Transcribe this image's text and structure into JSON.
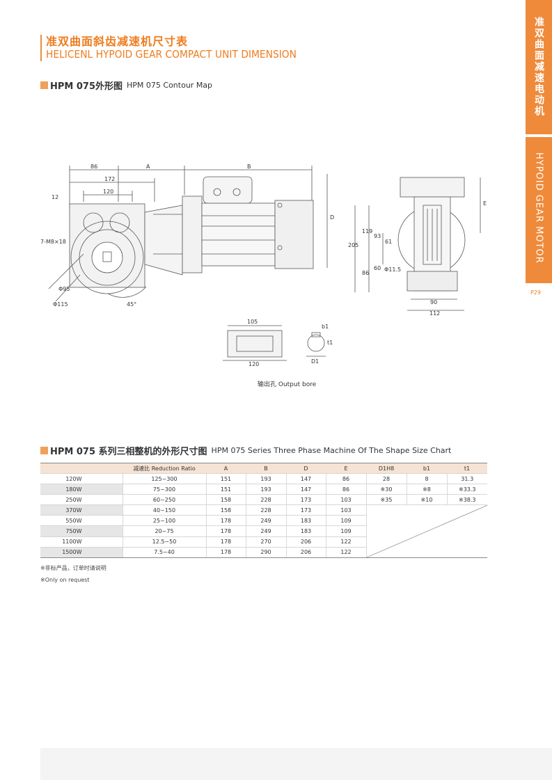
{
  "title": {
    "cn": "准双曲面斜齿减速机尺寸表",
    "en": "HELICENL HYPOID GEAR COMPACT  UNIT DIMENSION"
  },
  "side_tab": {
    "cn": "准双曲面减速电动机",
    "en": "HYPOID GEAR MOTOR",
    "page": "P29"
  },
  "contour": {
    "heading_cn": "HPM 075外形图",
    "heading_en": "HPM 075 Contour Map"
  },
  "drawing_labels": {
    "d86": "86",
    "dA": "A",
    "dB": "B",
    "d172": "172",
    "d120": "120",
    "d12": "12",
    "thread": "7-M8×18",
    "phi95": "Φ95",
    "phi115": "Φ115",
    "ang45": "45°",
    "dD": "D",
    "dE": "E",
    "d205": "205",
    "d119": "119",
    "d93": "93",
    "d61": "61",
    "d60": "60",
    "d86b": "86",
    "phi11": "Φ11.5",
    "d90": "90",
    "d112": "112",
    "b105": "105",
    "b120": "120",
    "bb1": "b1",
    "bt1": "t1",
    "bD1": "D1"
  },
  "output_bore": "输出孔 Output bore",
  "chart": {
    "heading_cn": "HPM 075 系列三相整机的外形尺寸图",
    "heading_en": "HPM 075 Series Three Phase Machine Of The Shape Size Chart",
    "headers": [
      "",
      "减速比 Reduction Ratio",
      "A",
      "B",
      "D",
      "E",
      "D1H8",
      "b1",
      "t1"
    ],
    "rows": [
      [
        "120W",
        "125~300",
        "151",
        "193",
        "147",
        "86",
        "28",
        "8",
        "31.3"
      ],
      [
        "180W",
        "75~300",
        "151",
        "193",
        "147",
        "86",
        "※30",
        "※8",
        "※33.3"
      ],
      [
        "250W",
        "60~250",
        "158",
        "228",
        "173",
        "103",
        "※35",
        "※10",
        "※38.3"
      ],
      [
        "370W",
        "40~150",
        "158",
        "228",
        "173",
        "103"
      ],
      [
        "550W",
        "25~100",
        "178",
        "249",
        "183",
        "109"
      ],
      [
        "750W",
        "20~75",
        "178",
        "249",
        "183",
        "109"
      ],
      [
        "1100W",
        "12.5~50",
        "178",
        "270",
        "206",
        "122"
      ],
      [
        "1500W",
        "7.5~40",
        "178",
        "290",
        "206",
        "122"
      ]
    ]
  },
  "notes": {
    "cn": "※非标产品，订单时请说明",
    "en": "※Only on request"
  },
  "colors": {
    "accent": "#ee7d1f",
    "table_header": "#f6e3d3",
    "row_alt": "#e6e6e6"
  }
}
